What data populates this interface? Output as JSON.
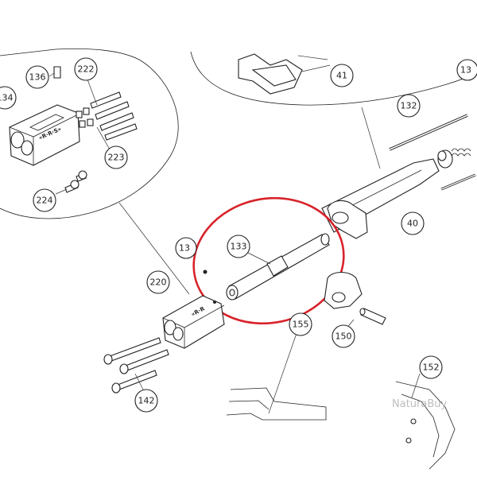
{
  "diagram": {
    "callouts": [
      {
        "id": "136",
        "text": "136"
      },
      {
        "id": "222",
        "text": "222"
      },
      {
        "id": "134",
        "text": "134"
      },
      {
        "id": "223",
        "text": "223"
      },
      {
        "id": "224",
        "text": "224"
      },
      {
        "id": "41",
        "text": "41"
      },
      {
        "id": "13x",
        "text": "13"
      },
      {
        "id": "132",
        "text": "132"
      },
      {
        "id": "40",
        "text": "40"
      },
      {
        "id": "133",
        "text": "133"
      },
      {
        "id": "13y",
        "text": "13"
      },
      {
        "id": "220",
        "text": "220"
      },
      {
        "id": "155",
        "text": "155"
      },
      {
        "id": "150",
        "text": "150"
      },
      {
        "id": "142",
        "text": "142"
      },
      {
        "id": "152",
        "text": "152"
      }
    ],
    "engravings": {
      "upper_block": "«R·R·S»",
      "lower_block": "«R·R"
    },
    "highlight_color": "#d8232a",
    "line_color": "#222222"
  },
  "watermark": {
    "text": "NaturaBuy",
    "color": "#bdbdbd"
  }
}
